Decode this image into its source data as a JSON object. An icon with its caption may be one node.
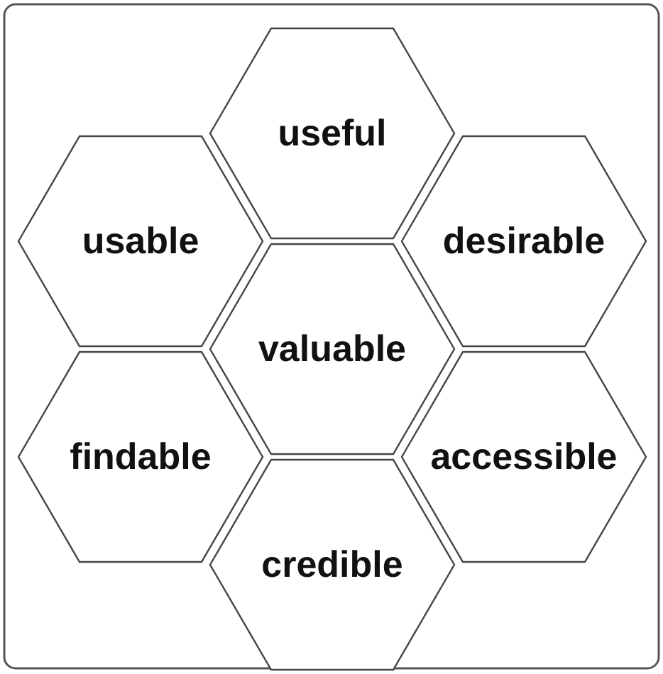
{
  "diagram": {
    "nodes": [
      {
        "text": [
          "useful"
        ]
      },
      {
        "text": [
          "usable"
        ]
      },
      {
        "text": [
          "desirable"
        ]
      },
      {
        "text": [
          "valuable"
        ]
      },
      {
        "text": [
          "findable"
        ]
      },
      {
        "text": [
          "accessible"
        ]
      },
      {
        "text": [
          "credible"
        ]
      }
    ]
  }
}
